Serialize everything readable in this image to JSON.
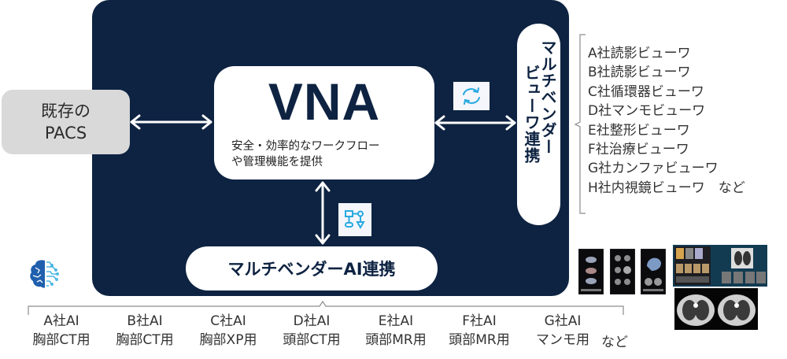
{
  "pacs": {
    "line1": "既存の",
    "line2": "PACS"
  },
  "vna": {
    "title": "VNA",
    "desc_line1": "安全・効率的なワークフロー",
    "desc_line2": "や管理機能を提供"
  },
  "viewer_integration": {
    "line1": "マルチベンダー",
    "line2": "ビューワ連携",
    "icon": "sync-icon",
    "viewers": [
      "A社読影ビューワ",
      "B社読影ビューワ",
      "C社循環器ビューワ",
      "D社マンモビューワ",
      "E社整形ビューワ",
      "F社治療ビューワ",
      "G社カンファビューワ",
      "H社内視鏡ビューワ　など"
    ]
  },
  "ai_integration": {
    "label": "マルチベンダーAI連携",
    "icon": "workflow-icon",
    "brain_icon": "ai-brain-icon",
    "vendors": [
      {
        "name": "A社AI",
        "use": "胸部CT用"
      },
      {
        "name": "B社AI",
        "use": "胸部CT用"
      },
      {
        "name": "C社AI",
        "use": "胸部XP用"
      },
      {
        "name": "D社AI",
        "use": "頭部CT用"
      },
      {
        "name": "E社AI",
        "use": "頭部MR用"
      },
      {
        "name": "F社AI",
        "use": "頭部MR用"
      },
      {
        "name": "G社AI",
        "use": "マンモ用"
      }
    ],
    "etc": "など"
  },
  "images": [
    "head-ct-thumbnail",
    "brain-mr-thumbnail",
    "head-mr-thumbnail",
    "lung-viewer-screen",
    "chest-ct-axial"
  ],
  "colors": {
    "navy": "#0e2342",
    "accent": "#29a9e0",
    "pacs_gray": "#d9d9d9"
  }
}
